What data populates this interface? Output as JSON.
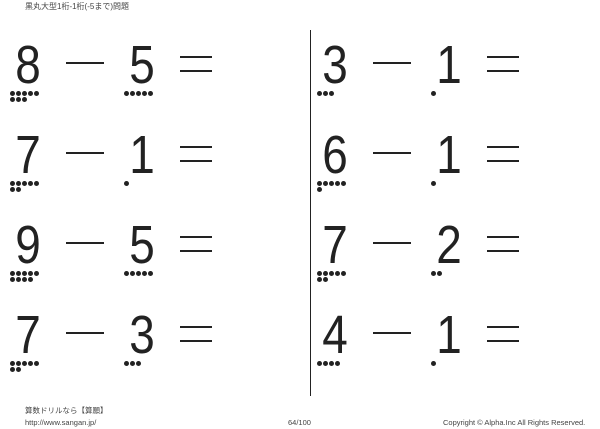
{
  "title": "黒丸大型1桁-1桁(-5まで)問題",
  "problems": [
    {
      "a": "8",
      "b": "5",
      "a_dots": 8,
      "b_dots": 5
    },
    {
      "a": "7",
      "b": "1",
      "a_dots": 7,
      "b_dots": 1
    },
    {
      "a": "9",
      "b": "5",
      "a_dots": 9,
      "b_dots": 5
    },
    {
      "a": "7",
      "b": "3",
      "a_dots": 7,
      "b_dots": 3
    },
    {
      "a": "3",
      "b": "1",
      "a_dots": 3,
      "b_dots": 1
    },
    {
      "a": "6",
      "b": "1",
      "a_dots": 6,
      "b_dots": 1
    },
    {
      "a": "7",
      "b": "2",
      "a_dots": 7,
      "b_dots": 2
    },
    {
      "a": "4",
      "b": "1",
      "a_dots": 4,
      "b_dots": 1
    }
  ],
  "footer": {
    "site_name": "算数ドリルなら【算願】",
    "url": "http://www.sangan.jp/",
    "page": "64/100",
    "copyright": "Copyright © Alpha.Inc All Rights Reserved."
  }
}
